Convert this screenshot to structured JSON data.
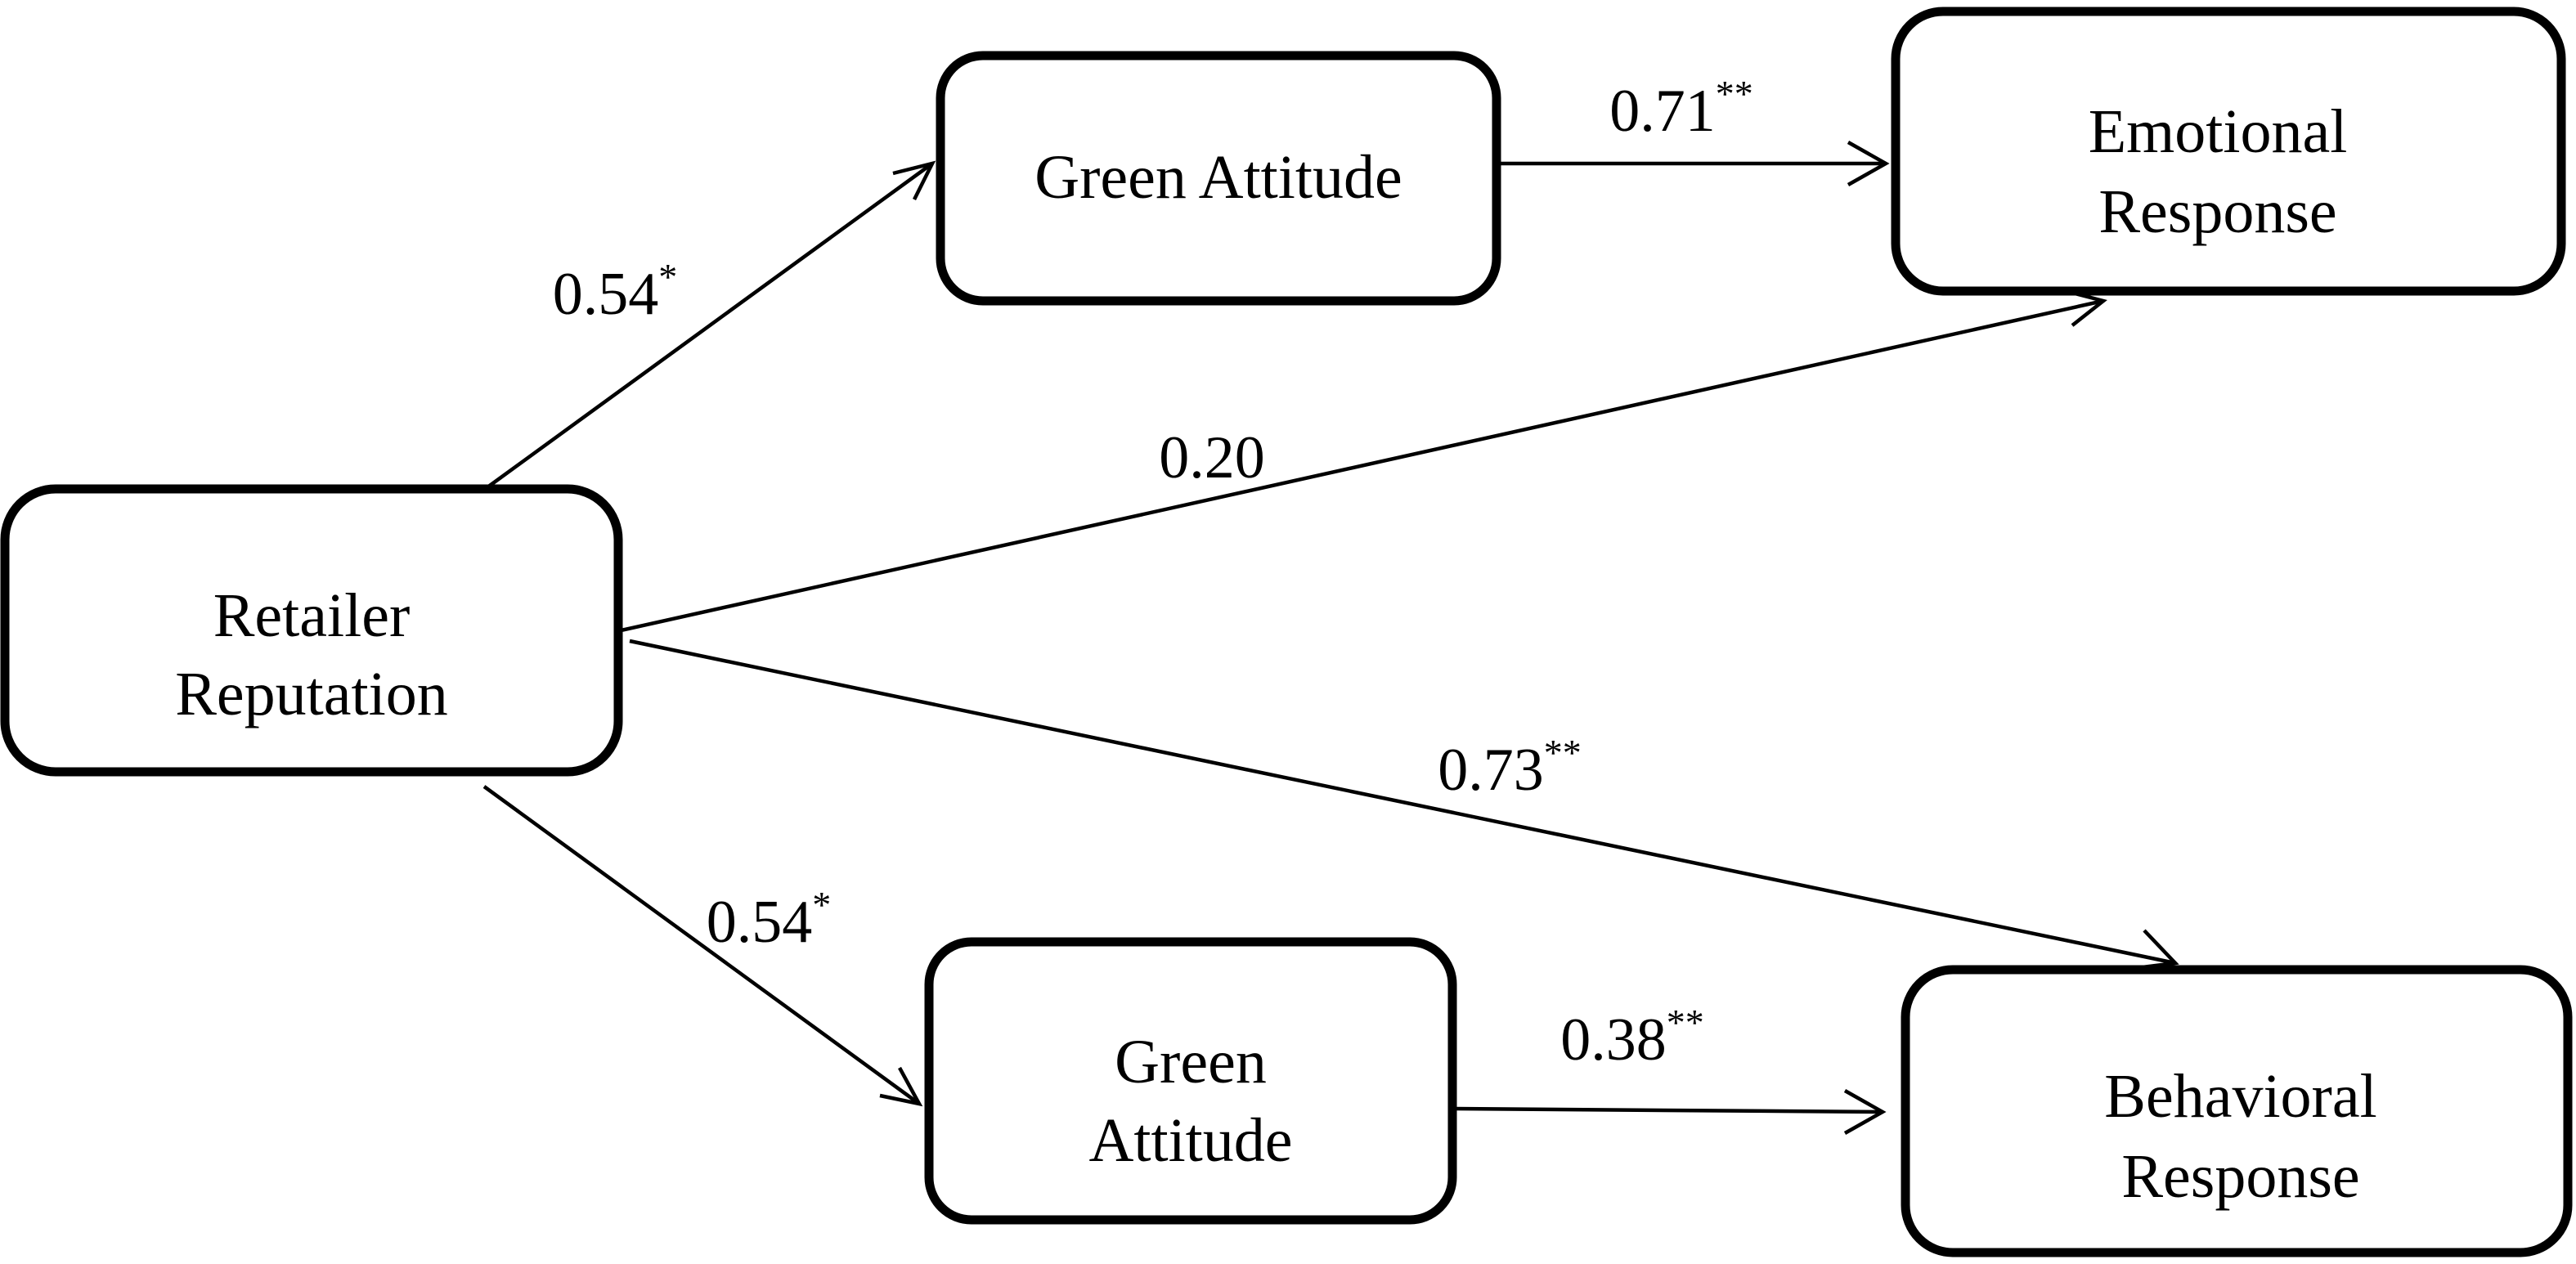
{
  "nodes": {
    "retailer_reputation": {
      "lines": [
        "Retailer",
        "Reputation"
      ]
    },
    "green_attitude_top": {
      "lines": [
        "Green Attitude"
      ]
    },
    "green_attitude_bottom": {
      "lines": [
        "Green",
        "Attitude"
      ]
    },
    "emotional_response": {
      "lines": [
        "Emotional",
        "Response"
      ]
    },
    "behavioral_response": {
      "lines": [
        "Behavioral",
        "Response"
      ]
    }
  },
  "edges": {
    "rr_to_ga_top": {
      "from": "Retailer Reputation",
      "to": "Green Attitude",
      "value": "0.54",
      "sig": "*"
    },
    "ga_top_to_er": {
      "from": "Green Attitude",
      "to": "Emotional Response",
      "value": "0.71",
      "sig": "**"
    },
    "rr_to_er": {
      "from": "Retailer Reputation",
      "to": "Emotional Response",
      "value": "0.20",
      "sig": ""
    },
    "rr_to_br": {
      "from": "Retailer Reputation",
      "to": "Behavioral Response",
      "value": "0.73",
      "sig": "**"
    },
    "rr_to_ga_bottom": {
      "from": "Retailer Reputation",
      "to": "Green Attitude",
      "value": "0.54",
      "sig": "*"
    },
    "ga_bottom_to_br": {
      "from": "Green Attitude",
      "to": "Behavioral Response",
      "value": "0.38",
      "sig": "**"
    }
  }
}
